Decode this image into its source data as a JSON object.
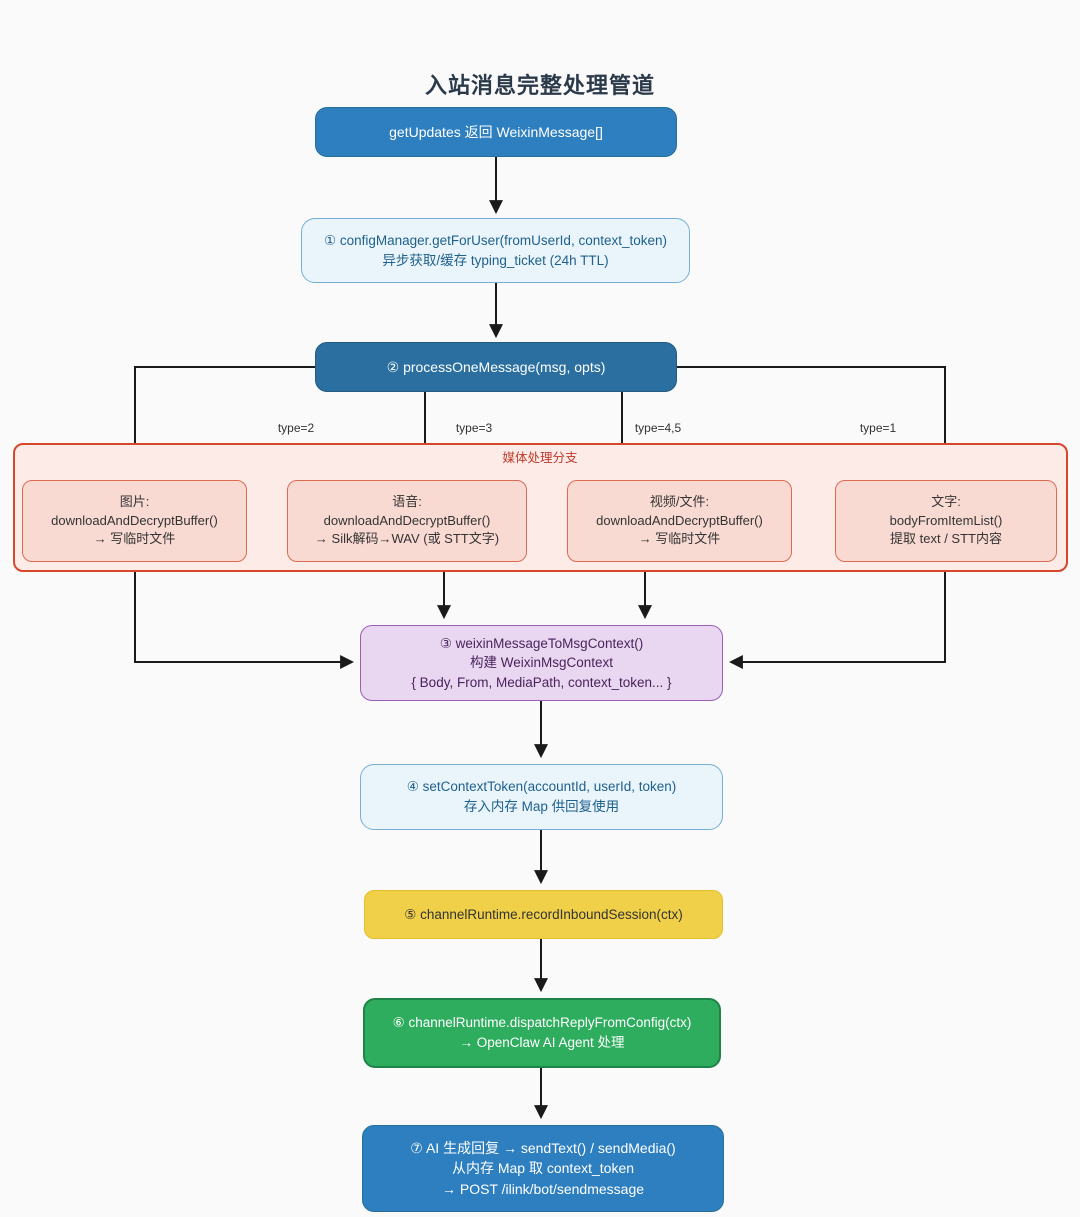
{
  "diagram": {
    "title": "入站消息完整处理管道",
    "nodes": {
      "getupdates": {
        "text": "getUpdates 返回 WeixinMessage[]"
      },
      "step1": {
        "line1": "① configManager.getForUser(fromUserId, context_token)",
        "line2": "异步获取/缓存 typing_ticket (24h TTL)"
      },
      "step2": {
        "text": "② processOneMessage(msg, opts)"
      },
      "branch_image": {
        "title": "图片:",
        "line1": "downloadAndDecryptBuffer()",
        "line2": "→ 写临时文件"
      },
      "branch_voice": {
        "title": "语音:",
        "line1": "downloadAndDecryptBuffer()",
        "line2": "→ Silk解码→WAV (或 STT文字)"
      },
      "branch_video": {
        "title": "视频/文件:",
        "line1": "downloadAndDecryptBuffer()",
        "line2": "→ 写临时文件"
      },
      "branch_text": {
        "title": "文字:",
        "line1": "bodyFromItemList()",
        "line2": "提取 text / STT内容"
      },
      "step3": {
        "line1": "③ weixinMessageToMsgContext()",
        "line2": "构建 WeixinMsgContext",
        "line3": "{ Body, From, MediaPath, context_token... }"
      },
      "step4": {
        "line1": "④ setContextToken(accountId, userId, token)",
        "line2": "存入内存 Map 供回复使用"
      },
      "step5": {
        "text": "⑤ channelRuntime.recordInboundSession(ctx)"
      },
      "step6": {
        "line1": "⑥ channelRuntime.dispatchReplyFromConfig(ctx)",
        "line2": "→ OpenClaw AI Agent 处理"
      },
      "step7": {
        "line1": "⑦ AI 生成回复 → sendText() / sendMedia()",
        "line2": "从内存 Map 取 context_token",
        "line3": "→ POST /ilink/bot/sendmessage"
      }
    },
    "media_branch_label": "媒体处理分支",
    "edge_labels": {
      "type2": "type=2",
      "type3": "type=3",
      "type45": "type=4,5",
      "type1": "type=1"
    },
    "colors": {
      "solid_blue": "#2e7fbf",
      "dark_blue": "#2a6f9f",
      "light_blue_fill": "#e9f4fb",
      "light_blue_border": "#77afd3",
      "purple_fill": "#e9d7f2",
      "purple_border": "#9a5fb5",
      "yellow_fill": "#f0d049",
      "green_fill": "#2ead5e",
      "green_border": "#1d8348",
      "red_container_fill": "#fcebe7",
      "red_container_border": "#d8472c",
      "pink_fill": "#f9dad3",
      "pink_border": "#df6a52",
      "arrow_color": "#1a1a1a"
    }
  }
}
